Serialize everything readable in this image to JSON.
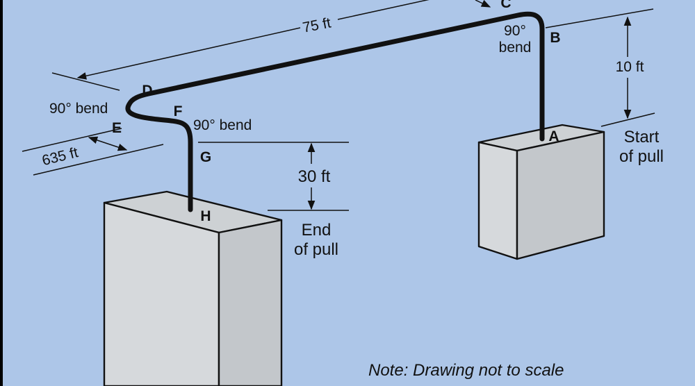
{
  "labels": {
    "dim_long": "75 ft",
    "dim_vertical_right": "10 ft",
    "dim_vertical_left": "30 ft",
    "dim_short": "635 ft",
    "bend_c": "90°",
    "bend_c_word": "bend",
    "bend_d": "90° bend",
    "bend_f": "90° bend",
    "start_line1": "Start",
    "start_line2": "of pull",
    "end_line1": "End",
    "end_line2": "of pull",
    "note": "Note: Drawing not to scale"
  },
  "points": [
    "A",
    "B",
    "C",
    "D",
    "E",
    "F",
    "G",
    "H"
  ]
}
